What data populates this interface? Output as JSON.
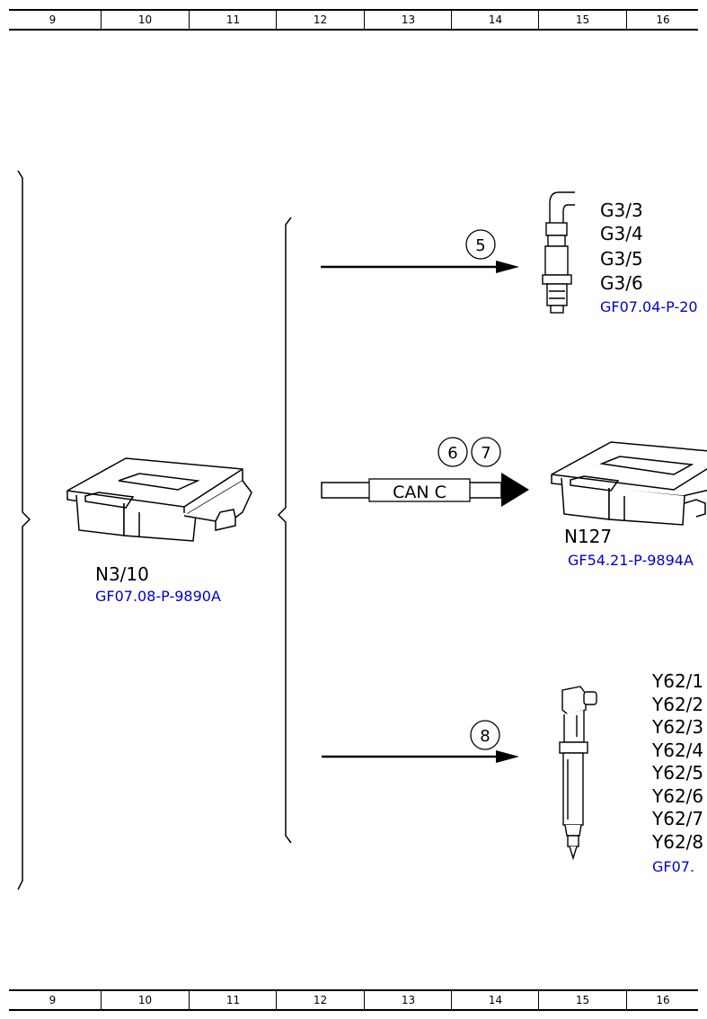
{
  "ruler": {
    "columns": [
      "9",
      "10",
      "11",
      "12",
      "13",
      "14",
      "15",
      "16"
    ]
  },
  "components": {
    "n3_10": {
      "code": "N3/10",
      "ref": "GF07.08-P-9890A"
    },
    "g3": {
      "codes": [
        "G3/3",
        "G3/4",
        "G3/5",
        "G3/6"
      ],
      "ref": "GF07.04-P-20"
    },
    "n127": {
      "code": "N127",
      "ref": "GF54.21-P-9894A"
    },
    "y62": {
      "codes": [
        "Y62/1",
        "Y62/2",
        "Y62/3",
        "Y62/4",
        "Y62/5",
        "Y62/6",
        "Y62/7",
        "Y62/8"
      ],
      "ref": "GF07."
    }
  },
  "connections": {
    "arrow1": {
      "number": "5"
    },
    "bus": {
      "label": "CAN C",
      "numbers": [
        "6",
        "7"
      ]
    },
    "arrow3": {
      "number": "8"
    }
  }
}
